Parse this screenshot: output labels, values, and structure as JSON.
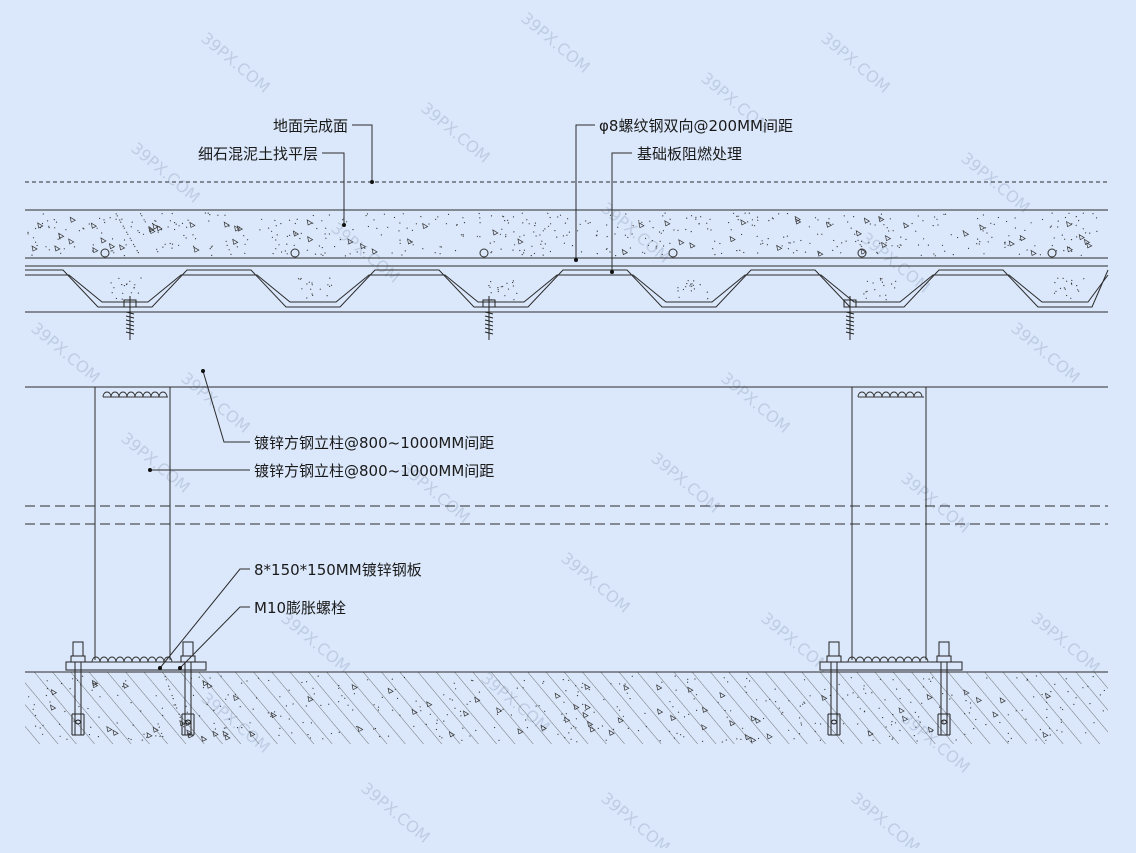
{
  "labels": {
    "finish_surface": "地面完成面",
    "leveling_layer": "细石混泥土找平层",
    "rebar": "φ8螺纹钢双向@200MM间距",
    "fireproof_board": "基础板阻燃处理",
    "column_1": "镀锌方钢立柱@800~1000MM间距",
    "column_2": "镀锌方钢立柱@800~1000MM间距",
    "steel_plate": "8*150*150MM镀锌钢板",
    "anchor_bolt": "M10膨胀螺栓"
  },
  "watermark": "39PX.COM",
  "colors": {
    "background": "#dbe8fb",
    "line": "#2b2b2b",
    "watermark": "#bfcde4"
  }
}
